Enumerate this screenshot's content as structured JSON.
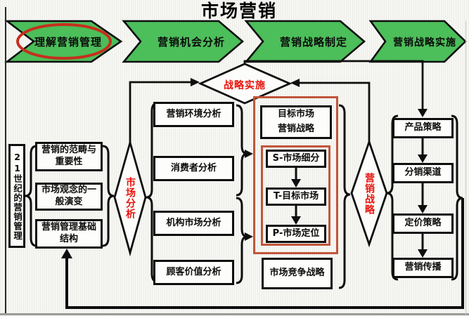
{
  "title": "市场营销",
  "stages": [
    {
      "label": "理解营销管理",
      "highlighted": true
    },
    {
      "label": "营销机会分析",
      "highlighted": false
    },
    {
      "label": "营销战略制定",
      "highlighted": false
    },
    {
      "label": "营销战略实施",
      "highlighted": false
    }
  ],
  "diamonds": {
    "strategy_implementation": "战略实施",
    "market_analysis": "市场分析",
    "marketing_strategy": "营销战略"
  },
  "left_group": {
    "side_label": "21世纪的营销管理",
    "boxes": [
      [
        "营销的范畴与",
        "重要性"
      ],
      [
        "市场观念的一",
        "般演变"
      ],
      [
        "营销管理基础",
        "结构"
      ]
    ]
  },
  "analysis_group": {
    "boxes": [
      "营销环境分析",
      "消费者分析",
      "机构市场分析",
      "顾客价值分析"
    ]
  },
  "target_group": {
    "header": [
      "目标市场",
      "营销战略"
    ],
    "stp": [
      "S-市场细分",
      "T-目标市场",
      "P-市场定位"
    ],
    "competition": "市场竞争战略"
  },
  "mix_group": {
    "boxes": [
      "产品策略",
      "分销渠道",
      "定价策略",
      "营销传播"
    ]
  },
  "colors": {
    "stage_green": "#4cbe5a",
    "highlight_text_red": "#e8130c",
    "frame_red": "#c0563a",
    "ellipse_red": "#c5301c"
  }
}
